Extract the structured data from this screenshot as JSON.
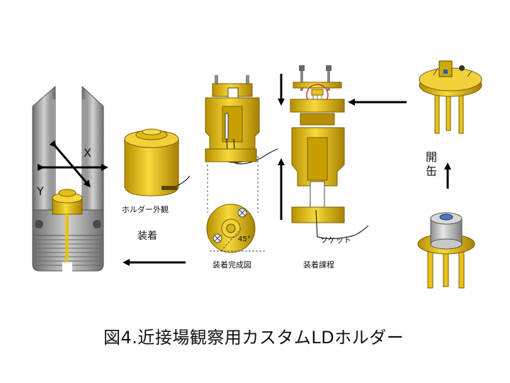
{
  "labels": {
    "axis_x": "X",
    "axis_y": "Y",
    "holder_exterior": "ホルダー外観",
    "mounting": "装着",
    "mounting_complete": "装着完成図",
    "mounting_process": "装着課程",
    "socket": "ソケット",
    "angle": "45°",
    "opening": [
      "開",
      "缶"
    ]
  },
  "caption": "図4.近接場観察用カスタムLDホルダー",
  "colors": {
    "gold": "#e8c21a",
    "gold_dark": "#8a6d00",
    "gray": "#8c8c8c"
  }
}
